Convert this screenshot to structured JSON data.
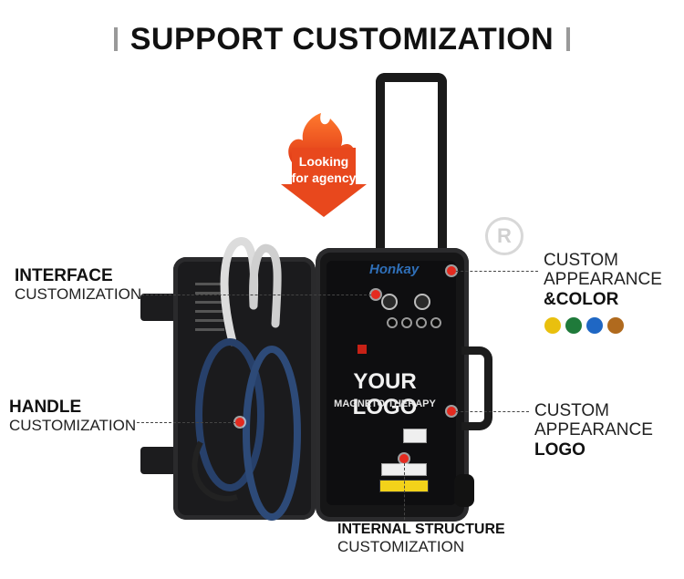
{
  "title": "SUPPORT CUSTOMIZATION",
  "badge": {
    "text": "Looking for agency",
    "color": "#e8481d"
  },
  "brand": "Honkay",
  "product": {
    "logo_text": "YOUR LOGO",
    "subtitle": "MAGNETO THERAPY"
  },
  "labels": {
    "interface": {
      "line1": "INTERFACE",
      "line2": "CUSTOMIZATION"
    },
    "handle": {
      "line1": "HANDLE",
      "line2": "CUSTOMIZATION"
    },
    "appearance_color": {
      "line1": "CUSTOM",
      "line2": "APPEARANCE",
      "line3": "&COLOR"
    },
    "appearance_logo": {
      "line1": "CUSTOM",
      "line2": "APPEARANCE",
      "line3": "LOGO"
    },
    "internal": {
      "line1": "INTERNAL STRUCTURE",
      "line2": "CUSTOMIZATION"
    }
  },
  "color_options": [
    "#e9c00e",
    "#1f7a3a",
    "#1f67c4",
    "#b06a1e"
  ],
  "colors": {
    "marker": "#e42a1f",
    "case": "#1a1a1c",
    "coil": "#27406a",
    "hose": "#dcdcdc"
  }
}
